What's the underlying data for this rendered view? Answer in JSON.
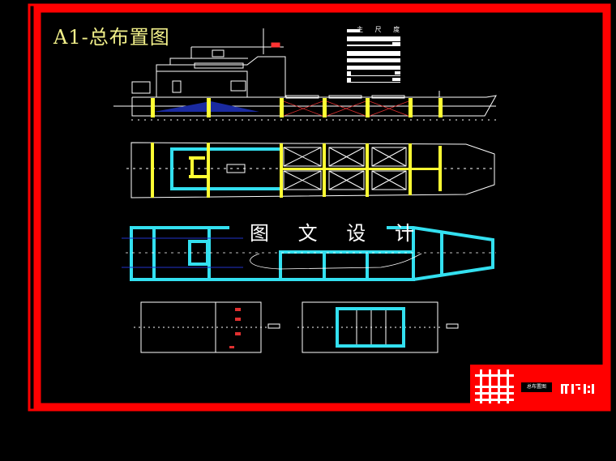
{
  "drawing": {
    "title": "A1-总布置图",
    "watermark": "图 文 设 计",
    "main_dimensions_table": {
      "header": "主 尺 度"
    },
    "title_block": {
      "name_box": "总布置图"
    },
    "colors": {
      "frame": "#ff0000",
      "background": "#000000",
      "title": "#f2f08a",
      "bulkhead": "#ffff33",
      "structure": "#33e0f0",
      "lines": "#ffffff",
      "waterline": "#2233cc"
    }
  }
}
